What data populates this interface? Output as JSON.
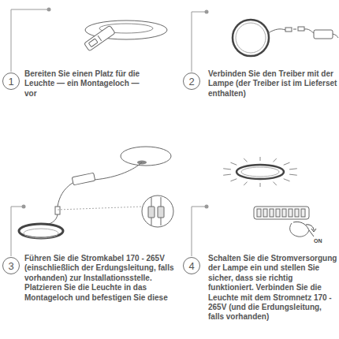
{
  "diagram": {
    "nodes": [
      {
        "text": [
          "1"
        ]
      },
      {
        "text": [
          "2"
        ]
      },
      {
        "text": [
          "3"
        ]
      },
      {
        "text": [
          "4"
        ]
      }
    ],
    "labels": [
      "Bereiten Sie einen Platz für die Leuchte — ein Montageloch — vor",
      "Verbinden Sie den Treiber mit der Lampe (der Treiber ist im Lieferset enthalten)",
      "Führen Sie die Stromkabel 170 - 265V (einschließlich der Erdungsleitung, falls vorhanden) zur Installationsstelle. Platzieren Sie die Leuchte in das Montageloch und befestigen Sie diese",
      "Schalten Sie die Stromversorgung der Lampe ein und stellen Sie sicher, dass sie richtig funktioniert. Verbinden Sie die Leuchte mit dem Stromnetz 170 - 265V (und die Erdungsleitung, falls vorhanden)",
      "ON"
    ]
  }
}
